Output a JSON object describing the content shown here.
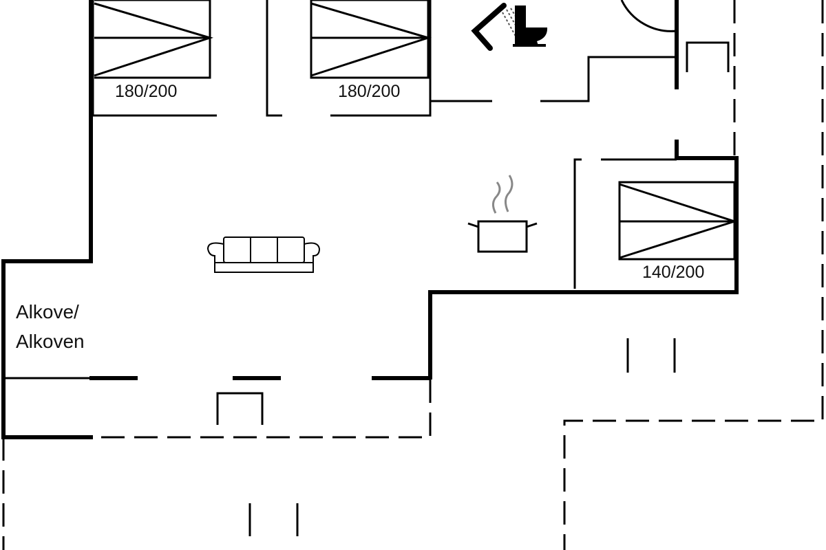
{
  "rooms": {
    "bedroom_1": {
      "bed_size": "180/200"
    },
    "bedroom_2": {
      "bed_size": "180/200"
    },
    "bedroom_3": {
      "bed_size": "140/200"
    },
    "alcove": {
      "label_line1": "Alkove/",
      "label_line2": "Alkoven"
    }
  },
  "icons": [
    "shower-icon",
    "toilet-icon",
    "sofa-icon",
    "cooking-pot-icon",
    "bed-icon"
  ]
}
